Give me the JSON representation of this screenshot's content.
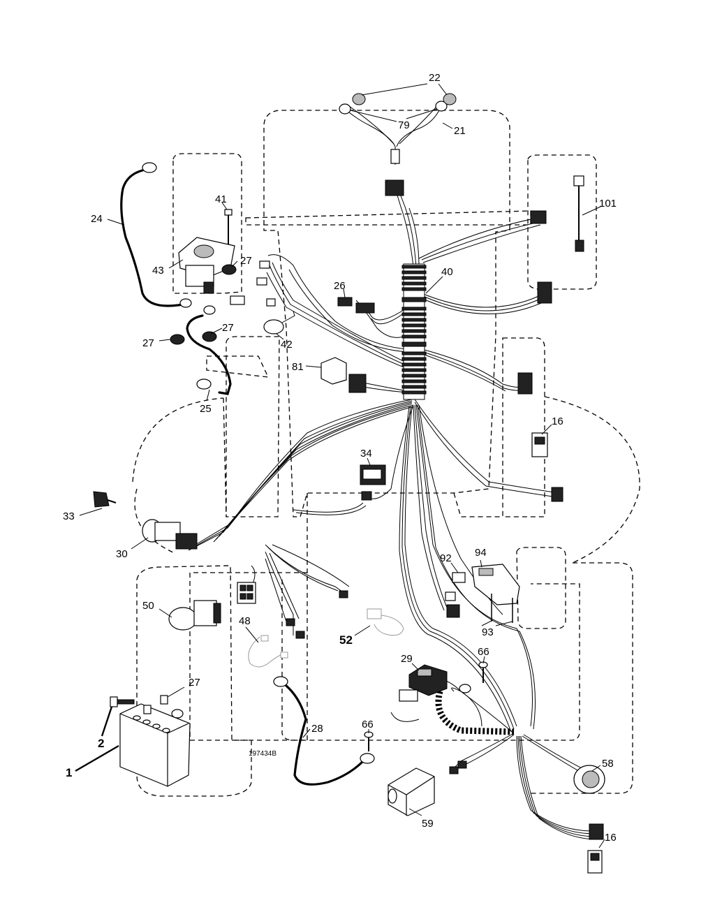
{
  "diagram": {
    "drawing_number": "197434B",
    "callouts": [
      {
        "id": "c22",
        "label": "22"
      },
      {
        "id": "c79",
        "label": "79"
      },
      {
        "id": "c21",
        "label": "21"
      },
      {
        "id": "c101",
        "label": "101"
      },
      {
        "id": "c41",
        "label": "41"
      },
      {
        "id": "c24",
        "label": "24"
      },
      {
        "id": "c43",
        "label": "43"
      },
      {
        "id": "c27a",
        "label": "27"
      },
      {
        "id": "c40",
        "label": "40"
      },
      {
        "id": "c26",
        "label": "26"
      },
      {
        "id": "c27b",
        "label": "27"
      },
      {
        "id": "c27c",
        "label": "27"
      },
      {
        "id": "c42",
        "label": "42"
      },
      {
        "id": "c81",
        "label": "81"
      },
      {
        "id": "c25",
        "label": "25"
      },
      {
        "id": "c16a",
        "label": "16"
      },
      {
        "id": "c34",
        "label": "34"
      },
      {
        "id": "c33",
        "label": "33"
      },
      {
        "id": "c30",
        "label": "30"
      },
      {
        "id": "c92",
        "label": "92"
      },
      {
        "id": "c94",
        "label": "94"
      },
      {
        "id": "c50",
        "label": "50"
      },
      {
        "id": "c48",
        "label": "48"
      },
      {
        "id": "c52",
        "label": "52"
      },
      {
        "id": "c93",
        "label": "93"
      },
      {
        "id": "c66a",
        "label": "66"
      },
      {
        "id": "c29",
        "label": "29"
      },
      {
        "id": "c27d",
        "label": "27"
      },
      {
        "id": "c2",
        "label": "2"
      },
      {
        "id": "c28",
        "label": "28"
      },
      {
        "id": "c66b",
        "label": "66"
      },
      {
        "id": "c1",
        "label": "1"
      },
      {
        "id": "c58",
        "label": "58"
      },
      {
        "id": "c59",
        "label": "59"
      },
      {
        "id": "c16b",
        "label": "16"
      }
    ]
  }
}
